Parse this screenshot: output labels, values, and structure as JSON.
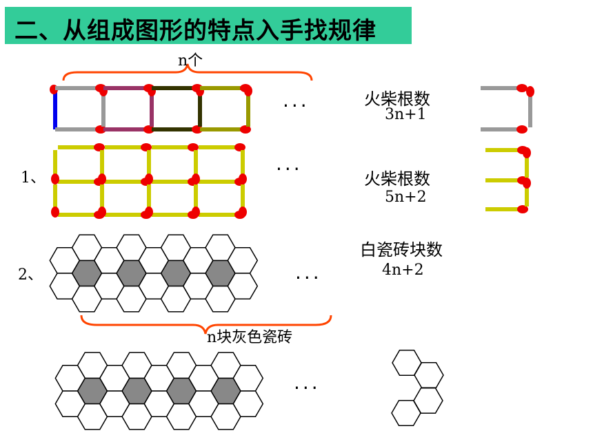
{
  "title": "二、从组成图形的特点入手找规律",
  "brace_top_label": "n个",
  "brace_bottom_label": "n块灰色瓷砖",
  "ellipsis": "···",
  "rows": [
    {
      "number": "",
      "caption": "火柴根数",
      "formula": "3n+1"
    },
    {
      "number": "1、",
      "caption": "火柴根数",
      "formula": "5n+2"
    },
    {
      "number": "2、",
      "caption": "白瓷砖块数",
      "formula": "4n+2"
    }
  ],
  "colors": {
    "title_bg": "#33cc99",
    "brace": "#ff4400",
    "match_head": "#ee0000",
    "match_yellow": "#cccc00",
    "match_gray": "#999999",
    "match_blue": "#0000ee",
    "match_purple": "#993366",
    "match_dark": "#333300",
    "match_olive": "#999900",
    "gray_tile": "#888888"
  }
}
